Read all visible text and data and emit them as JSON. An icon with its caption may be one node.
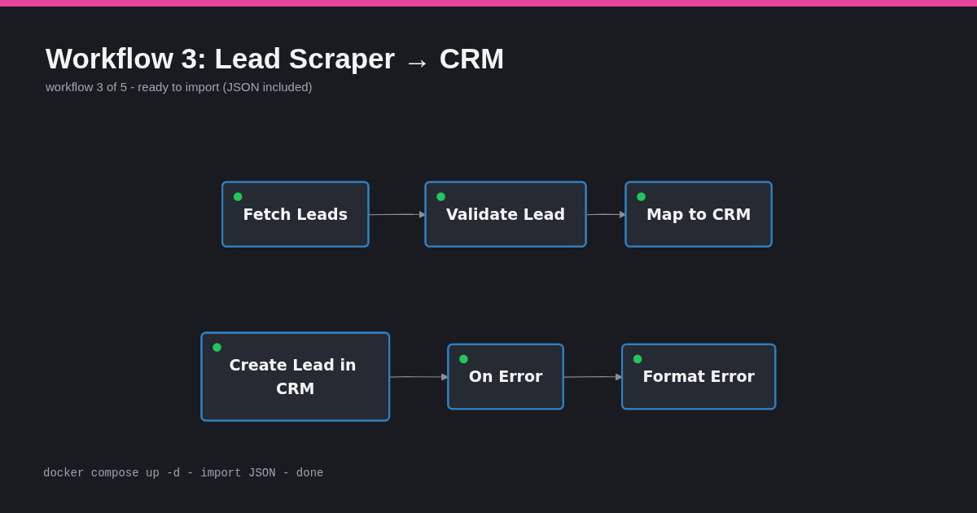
{
  "diagram": {
    "title": "Workflow 3: Lead Scraper → CRM",
    "labels": [
      "workflow 3 of 5 - ready to import (JSON included)"
    ],
    "caption": "docker compose up -d - import JSON - done",
    "nodes": [
      {
        "text": [
          "Fetch Leads"
        ]
      },
      {
        "text": [
          "Validate Lead"
        ]
      },
      {
        "text": [
          "Map to CRM"
        ]
      },
      {
        "text": [
          "Create Lead in CRM"
        ]
      },
      {
        "text": [
          "On Error"
        ]
      },
      {
        "text": [
          "Format Error"
        ]
      }
    ],
    "edges": [
      {
        "from": 0,
        "to": 1,
        "arrow": "to"
      },
      {
        "from": 1,
        "to": 2,
        "arrow": "to"
      },
      {
        "from": 3,
        "to": 4,
        "arrow": "to"
      },
      {
        "from": 4,
        "to": 5,
        "arrow": "to"
      }
    ]
  }
}
